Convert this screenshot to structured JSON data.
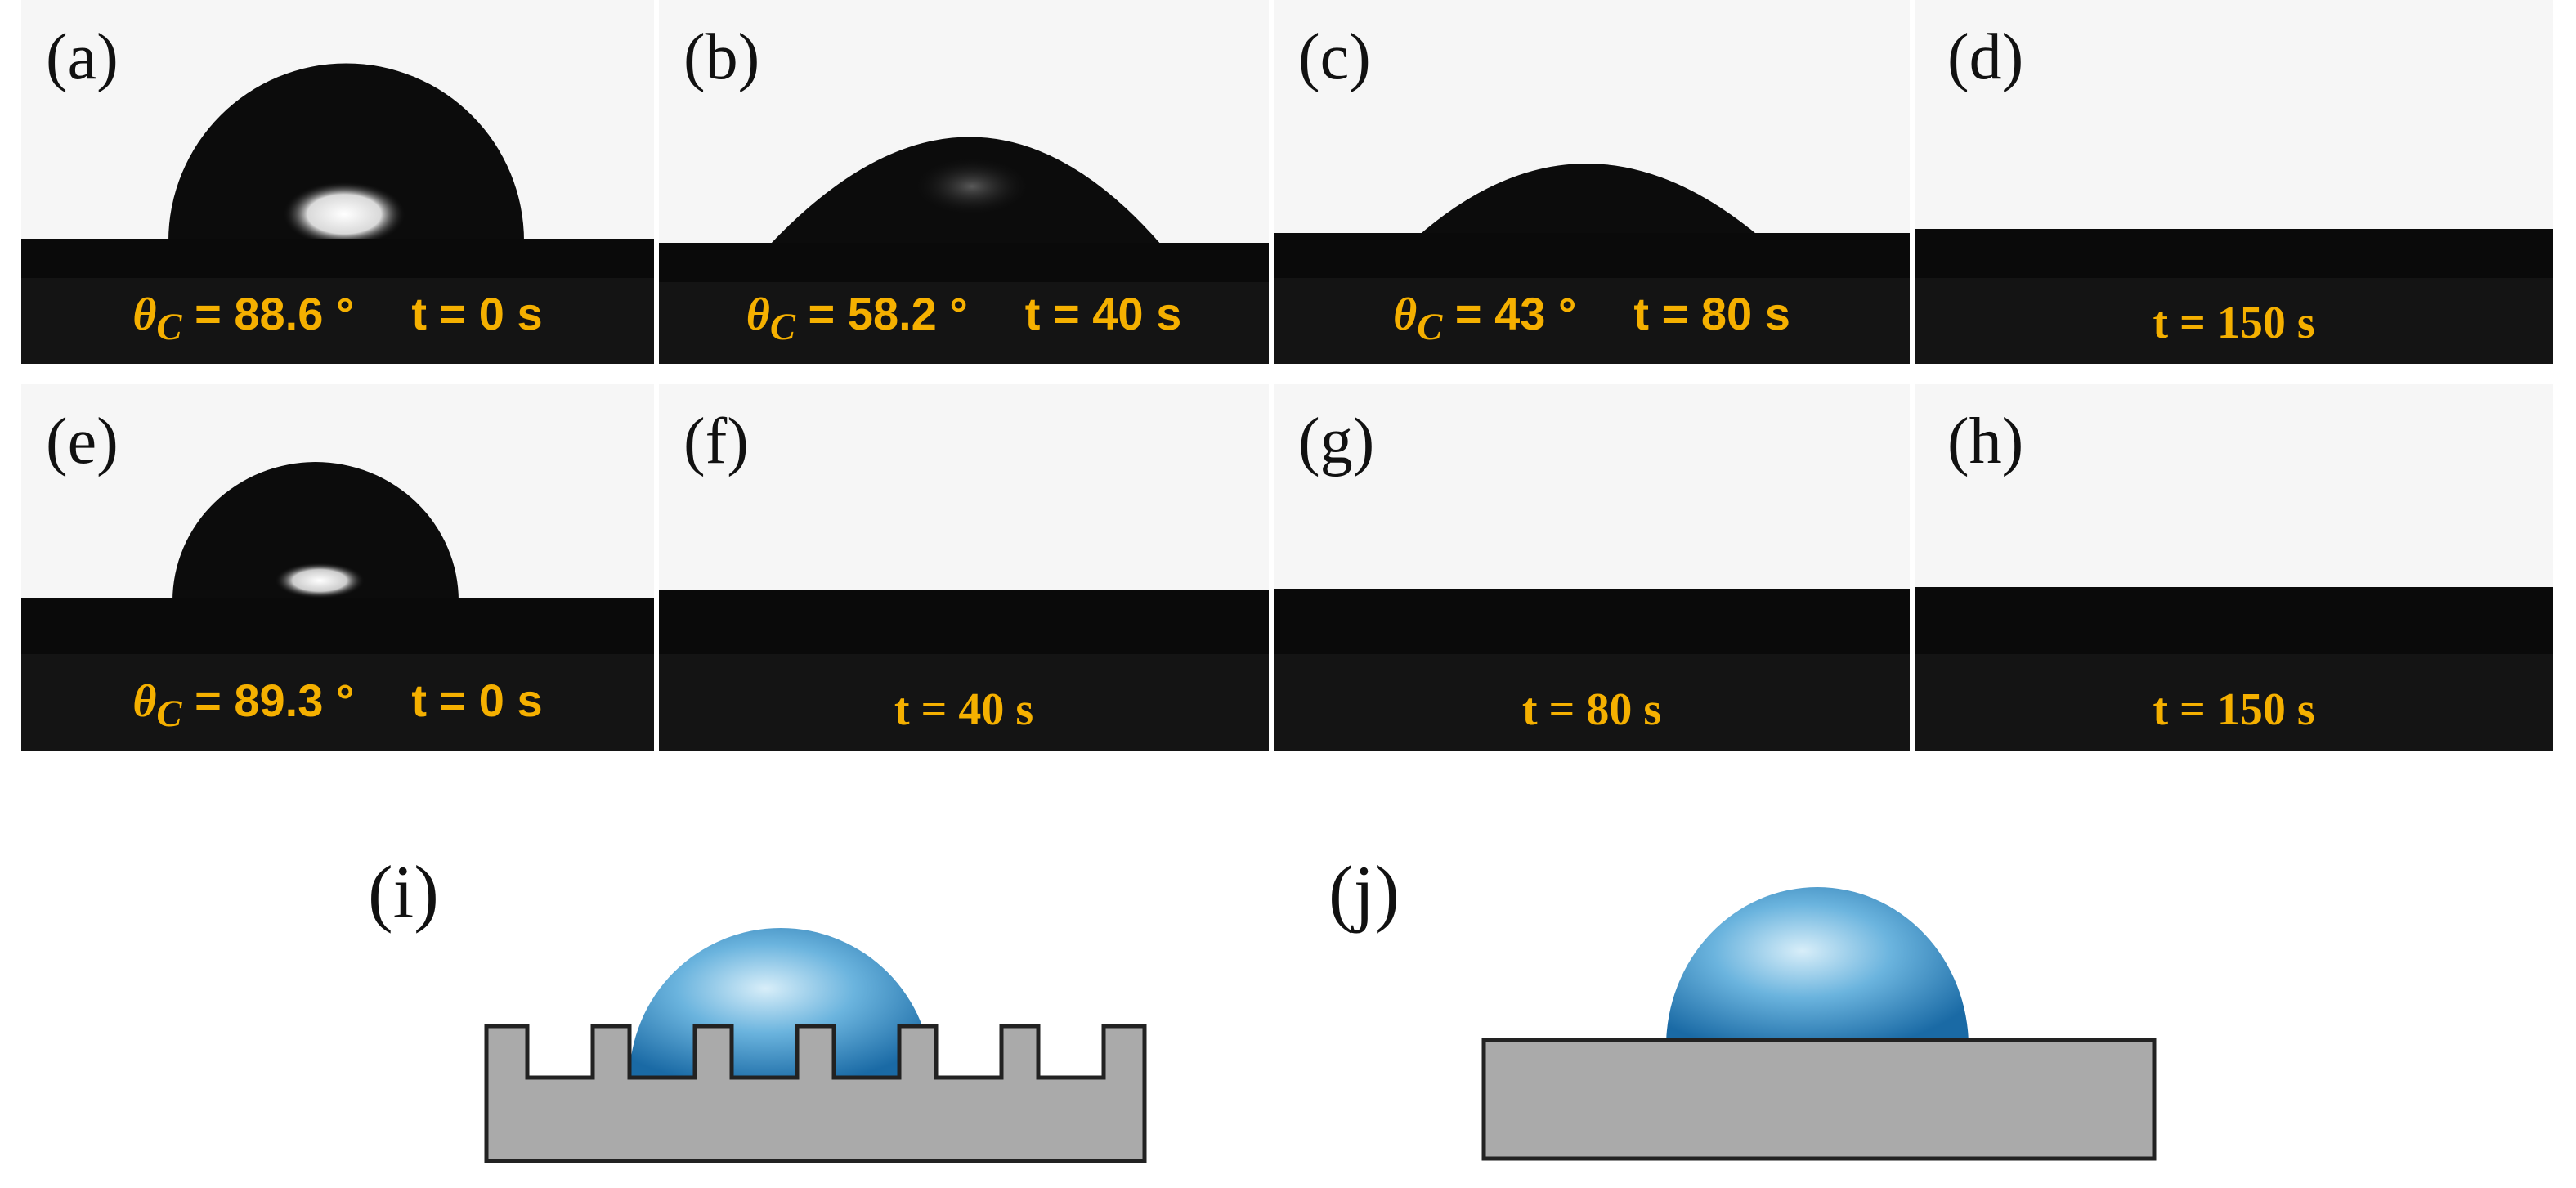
{
  "panels": [
    {
      "id": "a",
      "label": "(a)",
      "theta_sym": "θ",
      "theta_sub": "C",
      "theta_value": "= 88.6 °",
      "time": "t = 0 s",
      "has_theta": true
    },
    {
      "id": "b",
      "label": "(b)",
      "theta_sym": "θ",
      "theta_sub": "C",
      "theta_value": "= 58.2 °",
      "time": "t = 40 s",
      "has_theta": true
    },
    {
      "id": "c",
      "label": "(c)",
      "theta_sym": "θ",
      "theta_sub": "C",
      "theta_value": "= 43 °",
      "time": "t = 80 s",
      "has_theta": true
    },
    {
      "id": "d",
      "label": "(d)",
      "time": "t = 150 s",
      "has_theta": false
    },
    {
      "id": "e",
      "label": "(e)",
      "theta_sym": "θ",
      "theta_sub": "C",
      "theta_value": "= 89.3 °",
      "time": "t = 0 s",
      "has_theta": true
    },
    {
      "id": "f",
      "label": "(f)",
      "time": "t = 40 s",
      "has_theta": false
    },
    {
      "id": "g",
      "label": "(g)",
      "time": "t = 80 s",
      "has_theta": false
    },
    {
      "id": "h",
      "label": "(h)",
      "time": "t = 150 s",
      "has_theta": false
    }
  ],
  "schematics": [
    {
      "id": "i",
      "label": "(i)",
      "surface": "grooved"
    },
    {
      "id": "j",
      "label": "(j)",
      "surface": "flat"
    }
  ],
  "colors": {
    "caption": "#f5b000",
    "substrate": "#aaaaaa",
    "droplet_light": "#cfe8f7",
    "droplet_mid": "#5aa7d6",
    "droplet_dark": "#1f6fa8"
  }
}
